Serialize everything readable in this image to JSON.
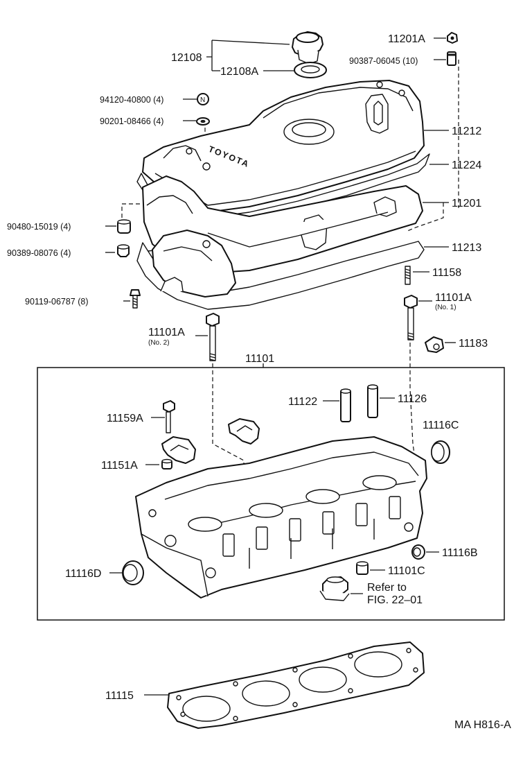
{
  "diagram": {
    "labels": {
      "p12108": "12108",
      "p12108A": "12108A",
      "p11201A": "11201A",
      "p90387": "90387-06045 (10)",
      "p94120": "94120-40800 (4)",
      "p90201": "90201-08466 (4)",
      "p11212": "11212",
      "p11224": "11224",
      "p11201": "11201",
      "p90480": "90480-15019 (4)",
      "p90389": "90389-08076 (4)",
      "p11213": "11213",
      "p11158": "11158",
      "p90119": "90119-06787 (8)",
      "p11101A_1": "11101A",
      "p11101A_1_note": "(No. 1)",
      "p11101A_2": "11101A",
      "p11101A_2_note": "(No. 2)",
      "p11183": "11183",
      "p11101": "11101",
      "p11122": "11122",
      "p11126": "11126",
      "p11159A": "11159A",
      "p11116C": "11116C",
      "p11151A": "11151A",
      "p11116B": "11116B",
      "p11116D": "11116D",
      "p11101C": "11101C",
      "refer1": "Refer to",
      "refer2": "FIG. 22–01",
      "p11115": "11115",
      "code": "MA  H816-A"
    },
    "cover_emboss": "TOYOTA",
    "nut_mark": "N"
  }
}
